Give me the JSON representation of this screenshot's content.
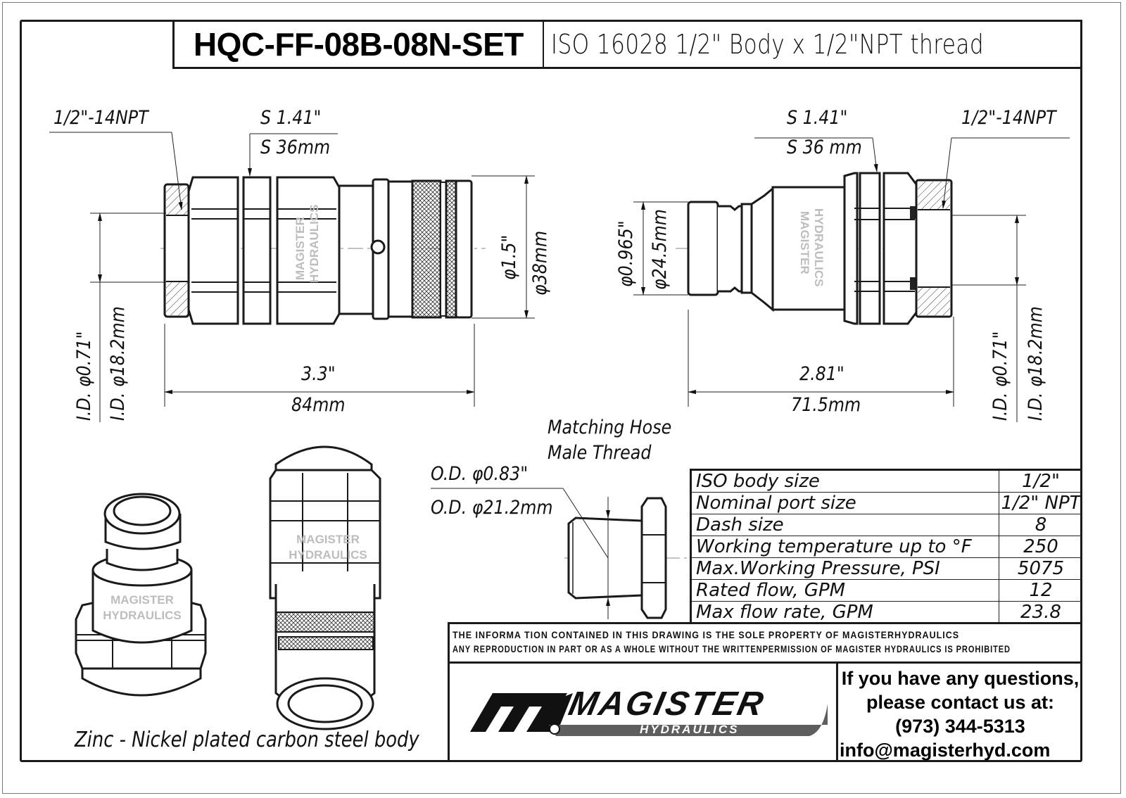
{
  "title_block": {
    "part_number": "HQC-FF-08B-08N-SET",
    "description": "ISO 16028  1/2\" Body x 1/2\"NPT thread"
  },
  "female_coupler": {
    "thread_callout": "1/2\"-14NPT",
    "wrench_size_in": "S 1.41\"",
    "wrench_size_mm": "S 36mm",
    "od_in": "φ1.5\"",
    "od_mm": "φ38mm",
    "id_in": "I.D. φ0.71\"",
    "id_mm": "I.D. φ18.2mm",
    "length_in": "3.3\"",
    "length_mm": "84mm",
    "watermark": [
      "MAGISTER",
      "HYDRAULICS"
    ]
  },
  "male_nipple": {
    "thread_callout": "1/2\"-14NPT",
    "wrench_size_in": "S 1.41\"",
    "wrench_size_mm": "S 36 mm",
    "od_in": "φ0.965\"",
    "od_mm": "φ24.5mm",
    "id_in": "I.D. φ0.71\"",
    "id_mm": "I.D. φ18.2mm",
    "length_in": "2.81\"",
    "length_mm": "71.5mm",
    "watermark": [
      "MAGISTER",
      "HYDRAULICS"
    ]
  },
  "hose_thread": {
    "title_line1": "Matching Hose",
    "title_line2": "Male Thread",
    "od_in": "O.D. φ0.83\"",
    "od_mm": "O.D. φ21.2mm"
  },
  "isometric": {
    "watermark": [
      "MAGISTER",
      "HYDRAULICS"
    ],
    "caption": "Zinc - Nickel plated carbon steel body"
  },
  "specs": {
    "rows": [
      {
        "label": "ISO body size",
        "value": "1/2\""
      },
      {
        "label": "Nominal port size",
        "value": "1/2\" NPT"
      },
      {
        "label": "Dash size",
        "value": "8"
      },
      {
        "label": "Working temperature up to °F",
        "value": "250"
      },
      {
        "label": "Max.Working Pressure, PSI",
        "value": "5075"
      },
      {
        "label": "Rated flow,  GPM",
        "value": "12"
      },
      {
        "label": "Max flow rate, GPM",
        "value": "23.8"
      }
    ]
  },
  "notice": {
    "line1": "THE INFORMA TION CONTAINED IN THIS DRAWING IS THE SOLE PROPERTY OF MAGISTERHYDRAULICS",
    "line2": "ANY REPRODUCTION IN PART OR AS A WHOLE WITHOUT THE WRITTENPERMISSION OF MAGISTER HYDRAULICS IS PROHIBITED"
  },
  "logo": {
    "brand": "MAGISTER",
    "sub": "HYDRAULICS"
  },
  "contact": {
    "line1": "If you have any questions,",
    "line2": "please contact us at:",
    "phone": "(973) 344-5313",
    "email": "info@magisterhyd.com"
  },
  "colors": {
    "line": "#1a1a1a",
    "watermark": "#bdbdbd",
    "logo_gray": "#6a6a6a"
  }
}
